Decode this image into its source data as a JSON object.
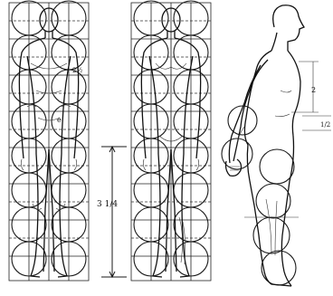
{
  "labels": {
    "height_annotation": "3 1/4",
    "arm_annotation": "2",
    "forearm_annotation": "1/2",
    "small_mark_1": "e",
    "small_mark_2": "2½"
  }
}
